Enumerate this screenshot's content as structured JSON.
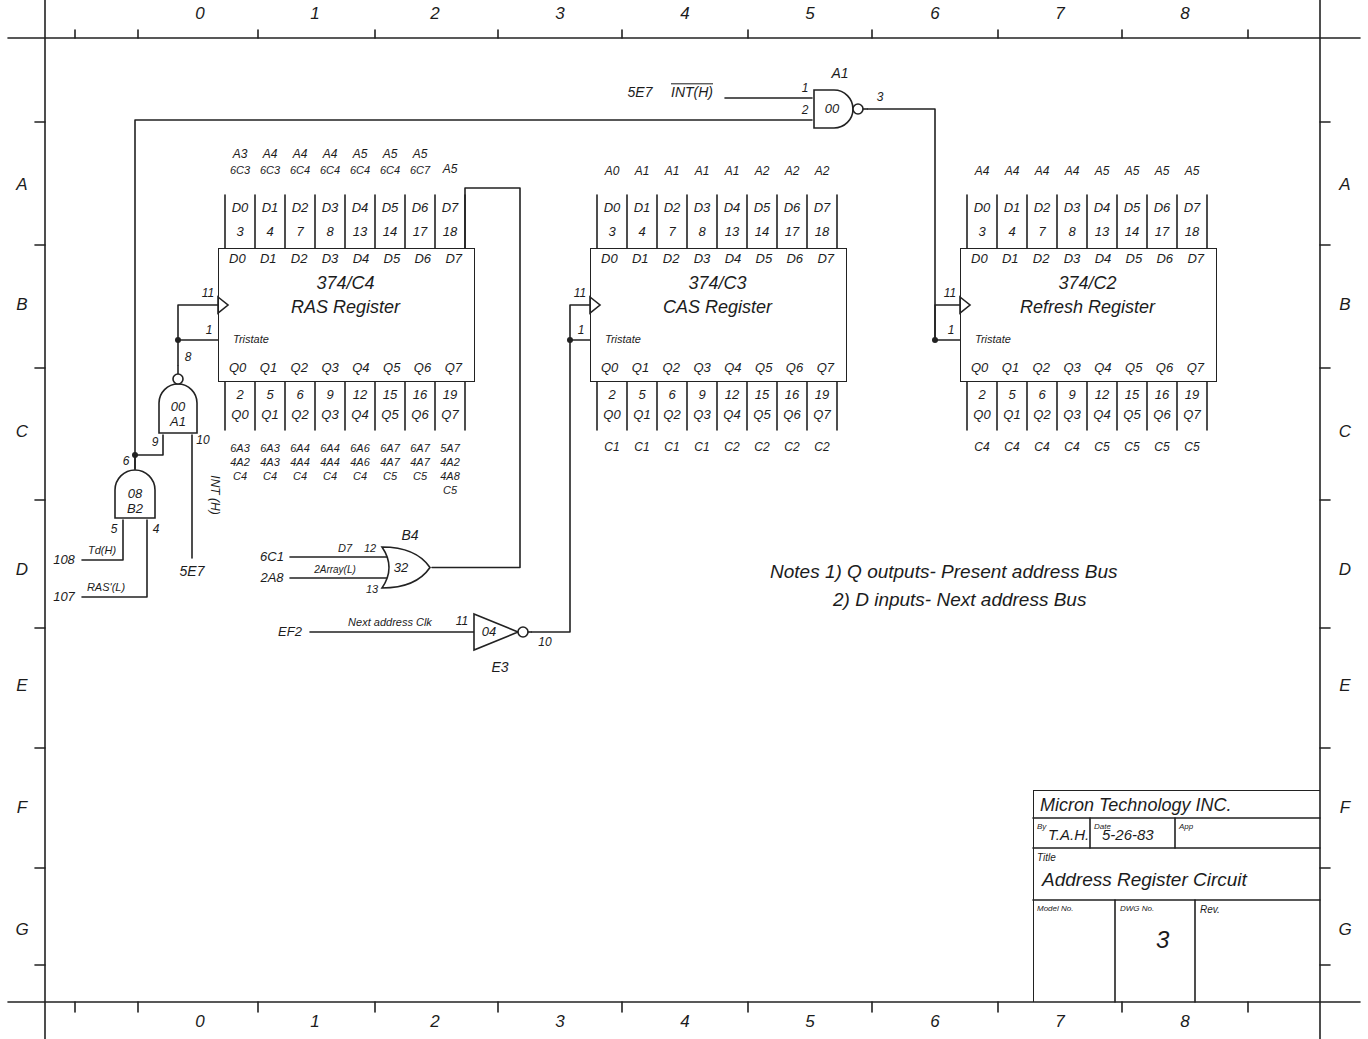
{
  "diagram": {
    "nodes": [
      {
        "text": [
          "00"
        ]
      },
      {
        "text": [
          "D0 D1 D2 D3 D4 D5 D6 D7",
          "374/C4",
          "RAS Register",
          "Tristate",
          "Q0 Q1 Q2 Q3 Q4 Q5 Q6 Q7"
        ]
      },
      {
        "text": [
          "D0 D1 D2 D3 D4 D5 D6 D7",
          "374/C3",
          "CAS Register",
          "Tristate",
          "Q0 Q1 Q2 Q3 Q4 Q5 Q6 Q7"
        ]
      },
      {
        "text": [
          "D0 D1 D2 D3 D4 D5 D6 D7",
          "374/C2",
          "Refresh Register",
          "Tristate",
          "Q0 Q1 Q2 Q3 Q4 Q5 Q6 Q7"
        ]
      },
      {
        "text": [
          "00",
          "A1"
        ]
      },
      {
        "text": [
          "08",
          "B2"
        ]
      },
      {
        "text": [
          "32"
        ]
      },
      {
        "text": [
          "04"
        ]
      },
      {
        "text": [
          "Micron Technology INC.",
          "By",
          "T.A.H.",
          "Date",
          "5-26-83",
          "App",
          "Title",
          "Address Register Circuit",
          "Model No.",
          "DWG No.",
          "3",
          "Rev."
        ]
      }
    ],
    "edges": [
      {
        "from": 0,
        "to": 3,
        "arrow": "none"
      },
      {
        "from": 5,
        "to": 0,
        "arrow": "none"
      },
      {
        "from": 5,
        "to": 4,
        "arrow": "none"
      },
      {
        "from": 4,
        "to": 1,
        "arrow": "none"
      },
      {
        "from": 6,
        "to": 1,
        "arrow": "none"
      },
      {
        "from": 7,
        "to": 2,
        "arrow": "none"
      }
    ],
    "labels": [
      "0",
      "1",
      "2",
      "3",
      "4",
      "5",
      "6",
      "7",
      "8",
      "0",
      "1",
      "2",
      "3",
      "4",
      "5",
      "6",
      "7",
      "8",
      "A",
      "B",
      "C",
      "D",
      "E",
      "F",
      "G",
      "A",
      "B",
      "C",
      "D",
      "E",
      "F",
      "G",
      "A3",
      "A4",
      "A4",
      "A4",
      "A5",
      "A5",
      "A5",
      "6C3",
      "6C3",
      "6C4",
      "6C4",
      "6C4",
      "6C4",
      "6C7",
      "A5",
      "D0",
      "D1",
      "D2",
      "D3",
      "D4",
      "D5",
      "D6",
      "D7",
      "3",
      "4",
      "7",
      "8",
      "13",
      "14",
      "17",
      "18",
      "2",
      "5",
      "6",
      "9",
      "12",
      "15",
      "16",
      "19",
      "Q0",
      "Q1",
      "Q2",
      "Q3",
      "Q4",
      "Q5",
      "Q6",
      "Q7",
      "6A3",
      "6A3",
      "6A4",
      "6A4",
      "6A6",
      "6A7",
      "6A7",
      "5A7",
      "4A2",
      "4A3",
      "4A4",
      "4A4",
      "4A6",
      "4A7",
      "4A7",
      "4A2",
      "C4",
      "C4",
      "C4",
      "C4",
      "C4",
      "C5",
      "C5",
      "4A8",
      "C5",
      "11",
      "1",
      "A0",
      "A1",
      "A1",
      "A1",
      "A1",
      "A2",
      "A2",
      "A2",
      "D0",
      "D1",
      "D2",
      "D3",
      "D4",
      "D5",
      "D6",
      "D7",
      "3",
      "4",
      "7",
      "8",
      "13",
      "14",
      "17",
      "18",
      "2",
      "5",
      "6",
      "9",
      "12",
      "15",
      "16",
      "19",
      "Q0",
      "Q1",
      "Q2",
      "Q3",
      "Q4",
      "Q5",
      "Q6",
      "Q7",
      "C1",
      "C1",
      "C1",
      "C1",
      "C2",
      "C2",
      "C2",
      "C2",
      "11",
      "1",
      "A4",
      "A4",
      "A4",
      "A4",
      "A5",
      "A5",
      "A5",
      "A5",
      "D0",
      "D1",
      "D2",
      "D3",
      "D4",
      "D5",
      "D6",
      "D7",
      "3",
      "4",
      "7",
      "8",
      "13",
      "14",
      "17",
      "18",
      "2",
      "5",
      "6",
      "9",
      "12",
      "15",
      "16",
      "19",
      "Q0",
      "Q1",
      "Q2",
      "Q3",
      "Q4",
      "Q5",
      "Q6",
      "Q7",
      "C4",
      "C4",
      "C4",
      "C4",
      "C5",
      "C5",
      "C5",
      "C5",
      "11",
      "1",
      "A1",
      "1",
      "2",
      "3",
      "5E7",
      "INT(H)",
      "8",
      "9",
      "10",
      "INT (H)",
      "5E7",
      "6",
      "5",
      "4",
      "108",
      "Td(H)",
      "107",
      "RAS'(L)",
      "B4",
      "6C1",
      "D7",
      "12",
      "2A8",
      "2Array(L)",
      "13",
      "11",
      "10",
      "E3",
      "EF2",
      "Next address Clk",
      "Notes 1) Q outputs- Present address Bus",
      "2) D inputs- Next address Bus"
    ]
  }
}
